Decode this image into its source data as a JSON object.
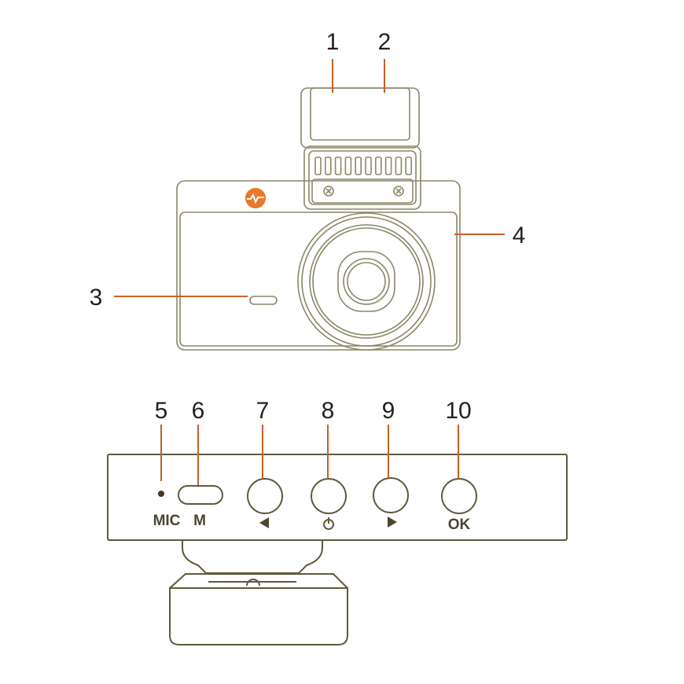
{
  "callouts": [
    "1",
    "2",
    "3",
    "4",
    "5",
    "6",
    "7",
    "8",
    "9",
    "10"
  ],
  "button_labels": {
    "mic": "MIC",
    "mode": "M",
    "ok": "OK"
  },
  "icons": [
    "left-arrow-icon",
    "power-icon",
    "right-arrow-icon",
    "brand-logo-icon"
  ],
  "colors": {
    "line": "#5e5a3c",
    "callout": "#c8602a",
    "logo": "#e8792a"
  }
}
